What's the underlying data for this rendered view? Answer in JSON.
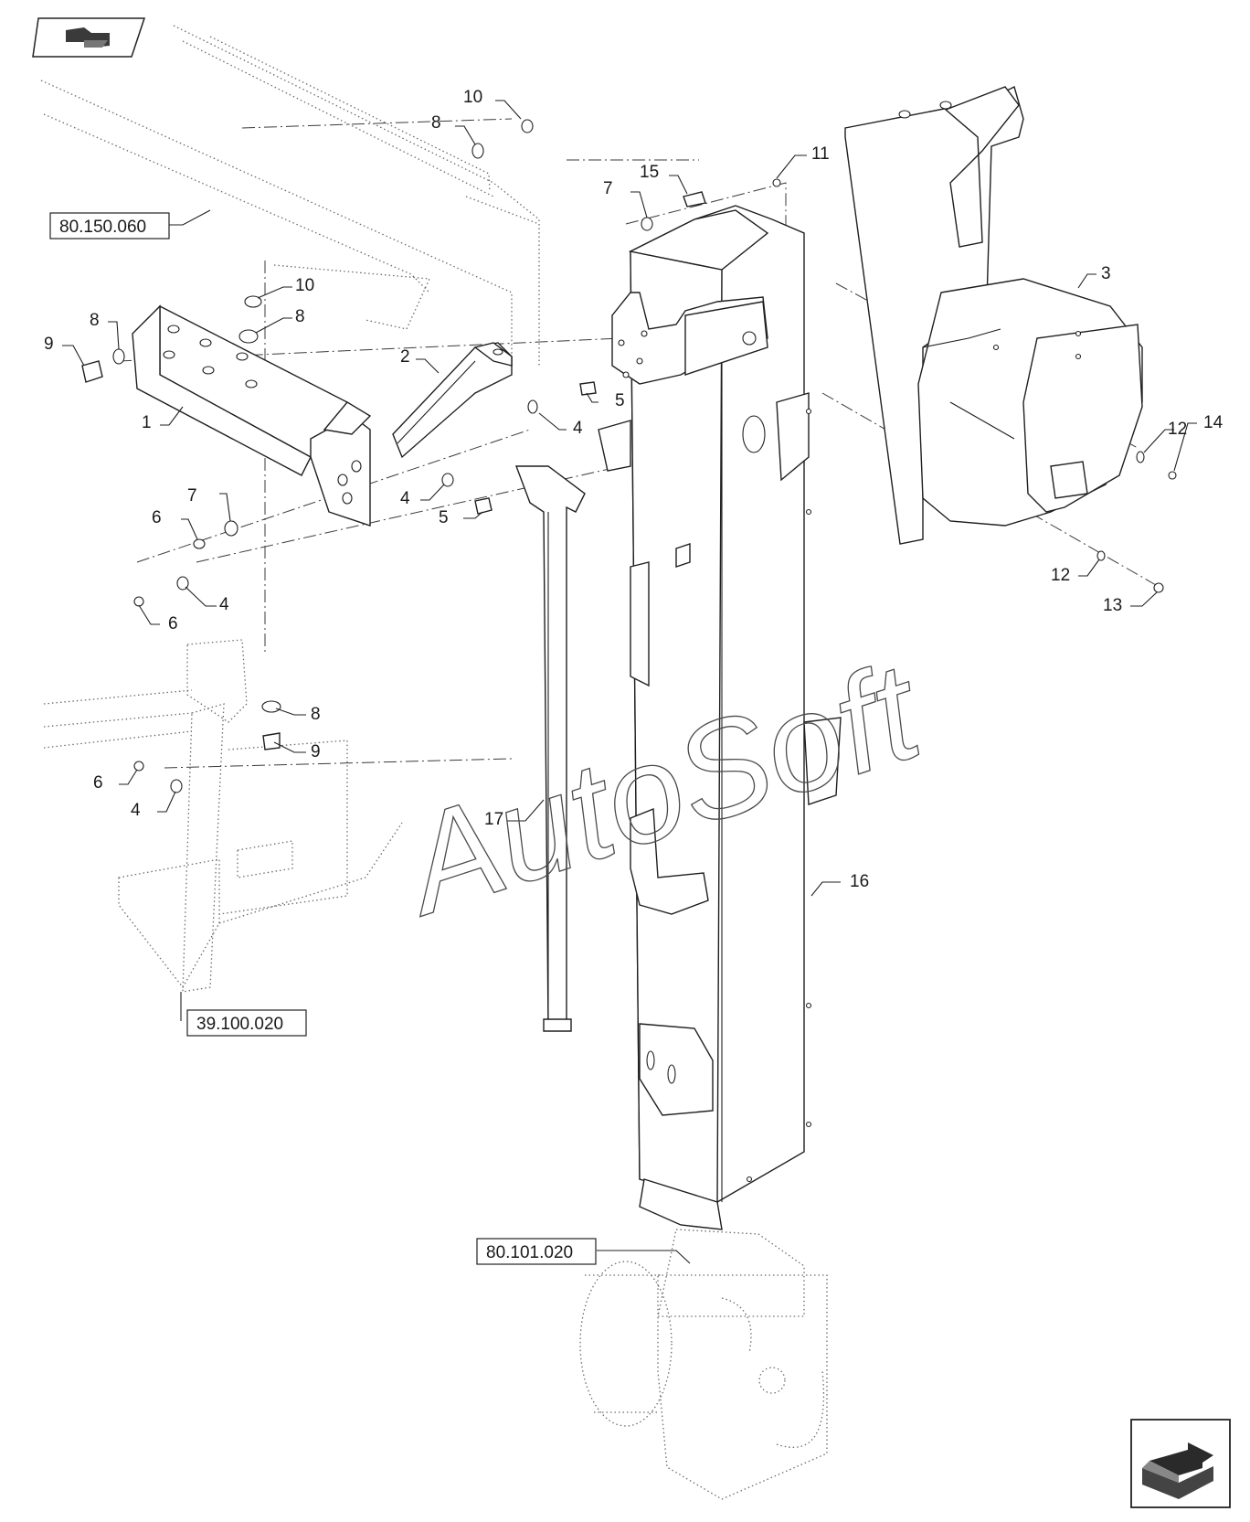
{
  "diagram": {
    "watermark": "AutoSoft",
    "reference_boxes": [
      {
        "id": "ref-top-left",
        "text": "80.150.060"
      },
      {
        "id": "ref-left-frame",
        "text": "39.100.020"
      },
      {
        "id": "ref-bottom",
        "text": "80.101.020"
      }
    ],
    "callouts": [
      "10",
      "8",
      "7",
      "15",
      "11",
      "3",
      "10",
      "8",
      "9",
      "8",
      "2",
      "1",
      "5",
      "4",
      "12",
      "14",
      "7",
      "6",
      "4",
      "5",
      "12",
      "13",
      "4",
      "6",
      "8",
      "9",
      "6",
      "4",
      "17",
      "16"
    ],
    "icons": [
      "previous-page-icon",
      "next-page-icon"
    ]
  }
}
